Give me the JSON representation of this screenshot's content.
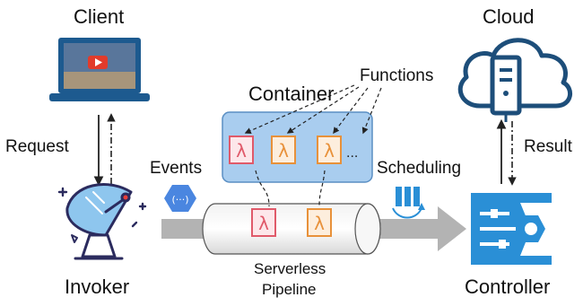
{
  "labels": {
    "client": "Client",
    "cloud": "Cloud",
    "functions": "Functions",
    "container": "Container",
    "request": "Request",
    "result": "Result",
    "events": "Events",
    "scheduling": "Scheduling",
    "invoker": "Invoker",
    "pipeline_line1": "Serverless",
    "pipeline_line2": "Pipeline",
    "controller": "Controller",
    "lambda_symbol": "λ",
    "ellipsis": "...",
    "event_icon_text": "(···)"
  },
  "colors": {
    "container_fill": "#a9cdef",
    "container_stroke": "#5a8fc4",
    "lambda_red": "#e05a6a",
    "lambda_orange": "#e8913a",
    "controller_blue": "#2a8fd6",
    "cloud_blue": "#1d4e7a",
    "gray_arrow": "#b3b3b3",
    "laptop_blue": "#1d5a8f"
  },
  "icons": {
    "client": "laptop-video-icon",
    "cloud": "cloud-server-icon",
    "invoker": "satellite-dish-icon",
    "controller": "controller-panel-icon",
    "events": "event-hexagon-icon",
    "scheduling": "scheduling-icon"
  }
}
